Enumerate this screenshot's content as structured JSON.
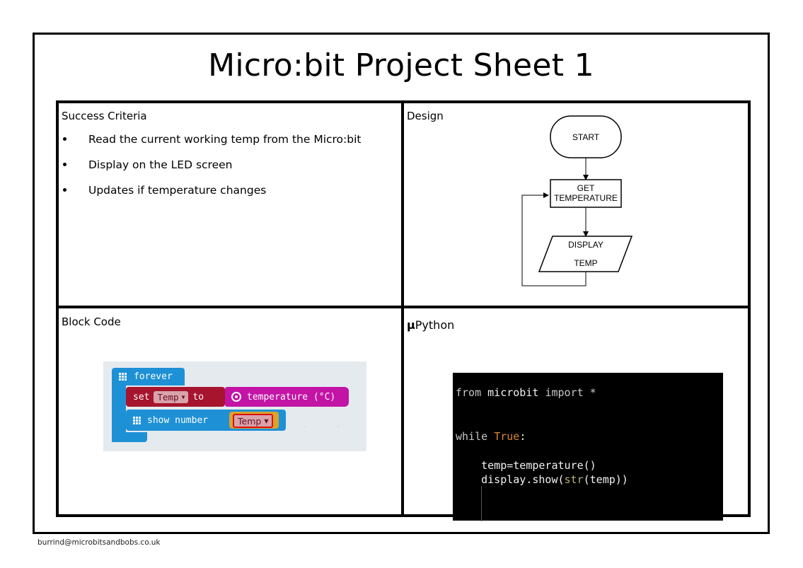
{
  "title": "Micro:bit Project Sheet 1",
  "success_criteria": {
    "heading": "Success Criteria",
    "items": [
      "Read the current working temp from the Micro:bit",
      "Display on the LED screen",
      "Updates if temperature changes"
    ]
  },
  "design": {
    "heading": "Design",
    "flowchart": {
      "start": "START",
      "get_line1": "GET",
      "get_line2": "TEMPERATURE",
      "display_line1": "DISPLAY",
      "display_line2": "TEMP"
    }
  },
  "block_code": {
    "heading": "Block Code",
    "forever_label": "forever",
    "set_label": "set",
    "variable": "Temp",
    "to_label": "to",
    "temperature_label": "temperature (°C)",
    "show_number_label": "show number",
    "colors": {
      "basic": "#1e90d6",
      "variables": "#a6142d",
      "input": "#c214a5"
    }
  },
  "python": {
    "heading": "Python",
    "mu_symbol": "µ",
    "line1": {
      "kw1": "from",
      "module": "microbit",
      "kw2": "import",
      "star": "*"
    },
    "line2": {
      "kw": "while",
      "value": "True",
      "colon": ":"
    },
    "line3": "temp=temperature()",
    "line4": {
      "call": "display.show(",
      "builtin": "str",
      "rest": "(temp))"
    }
  },
  "footer": "burrind@microbitsandbobs.co.uk"
}
